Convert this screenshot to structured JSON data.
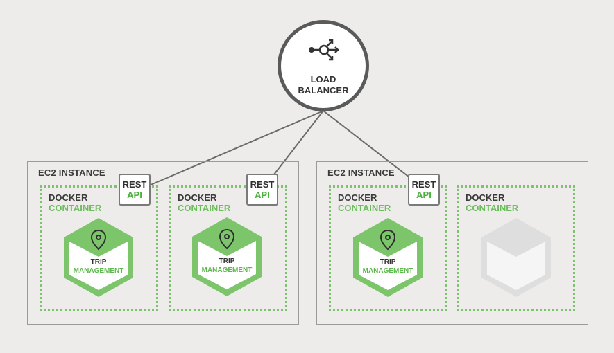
{
  "load_balancer": {
    "line1": "LOAD",
    "line2": "BALANCER"
  },
  "instances": [
    {
      "label": "EC2 INSTANCE",
      "containers": [
        {
          "line1": "DOCKER",
          "line2": "CONTAINER",
          "service_line1": "TRIP",
          "service_line2": "MANAGEMENT",
          "icon": "map-pin-icon"
        },
        {
          "line1": "DOCKER",
          "line2": "CONTAINER",
          "service_line1": "TRIP",
          "service_line2": "MANAGEMENT",
          "icon": "map-pin-icon"
        }
      ]
    },
    {
      "label": "EC2 INSTANCE",
      "containers": [
        {
          "line1": "DOCKER",
          "line2": "CONTAINER",
          "service_line1": "TRIP",
          "service_line2": "MANAGEMENT",
          "icon": "map-pin-icon"
        },
        {
          "line1": "DOCKER",
          "line2": "CONTAINER",
          "icon": "empty-cube-icon"
        }
      ]
    }
  ],
  "rest_api": [
    {
      "line1": "REST",
      "line2": "API"
    },
    {
      "line1": "REST",
      "line2": "API"
    },
    {
      "line1": "REST",
      "line2": "API"
    }
  ],
  "colors": {
    "green": "#6cbd5c",
    "hex_green": "#7cc56b",
    "dark": "#5a5a5a",
    "grey_cube": "#dcdcdc",
    "background": "#edecea"
  }
}
